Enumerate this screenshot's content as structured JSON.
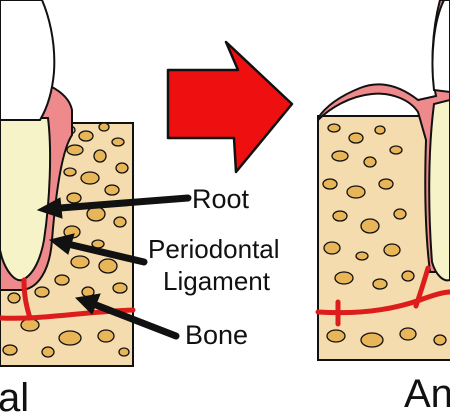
{
  "labels": {
    "root": "Root",
    "periodontal_line1": "Periodontal",
    "periodontal_line2": "Ligament",
    "bone": "Bone",
    "left_caption_partial": "al",
    "right_caption_partial": "An"
  },
  "colors": {
    "tooth_enamel": "#ffffff",
    "tooth_root": "#f7f3c8",
    "gum_pink": "#ef8a8c",
    "bone_tan": "#f4dcae",
    "bone_fleck": "#e8b659",
    "blood_vessel": "#dd1c1c",
    "arrow_red": "#ee1010",
    "outline": "#111111"
  },
  "icons": {
    "transition_arrow": "right-arrow-icon"
  }
}
